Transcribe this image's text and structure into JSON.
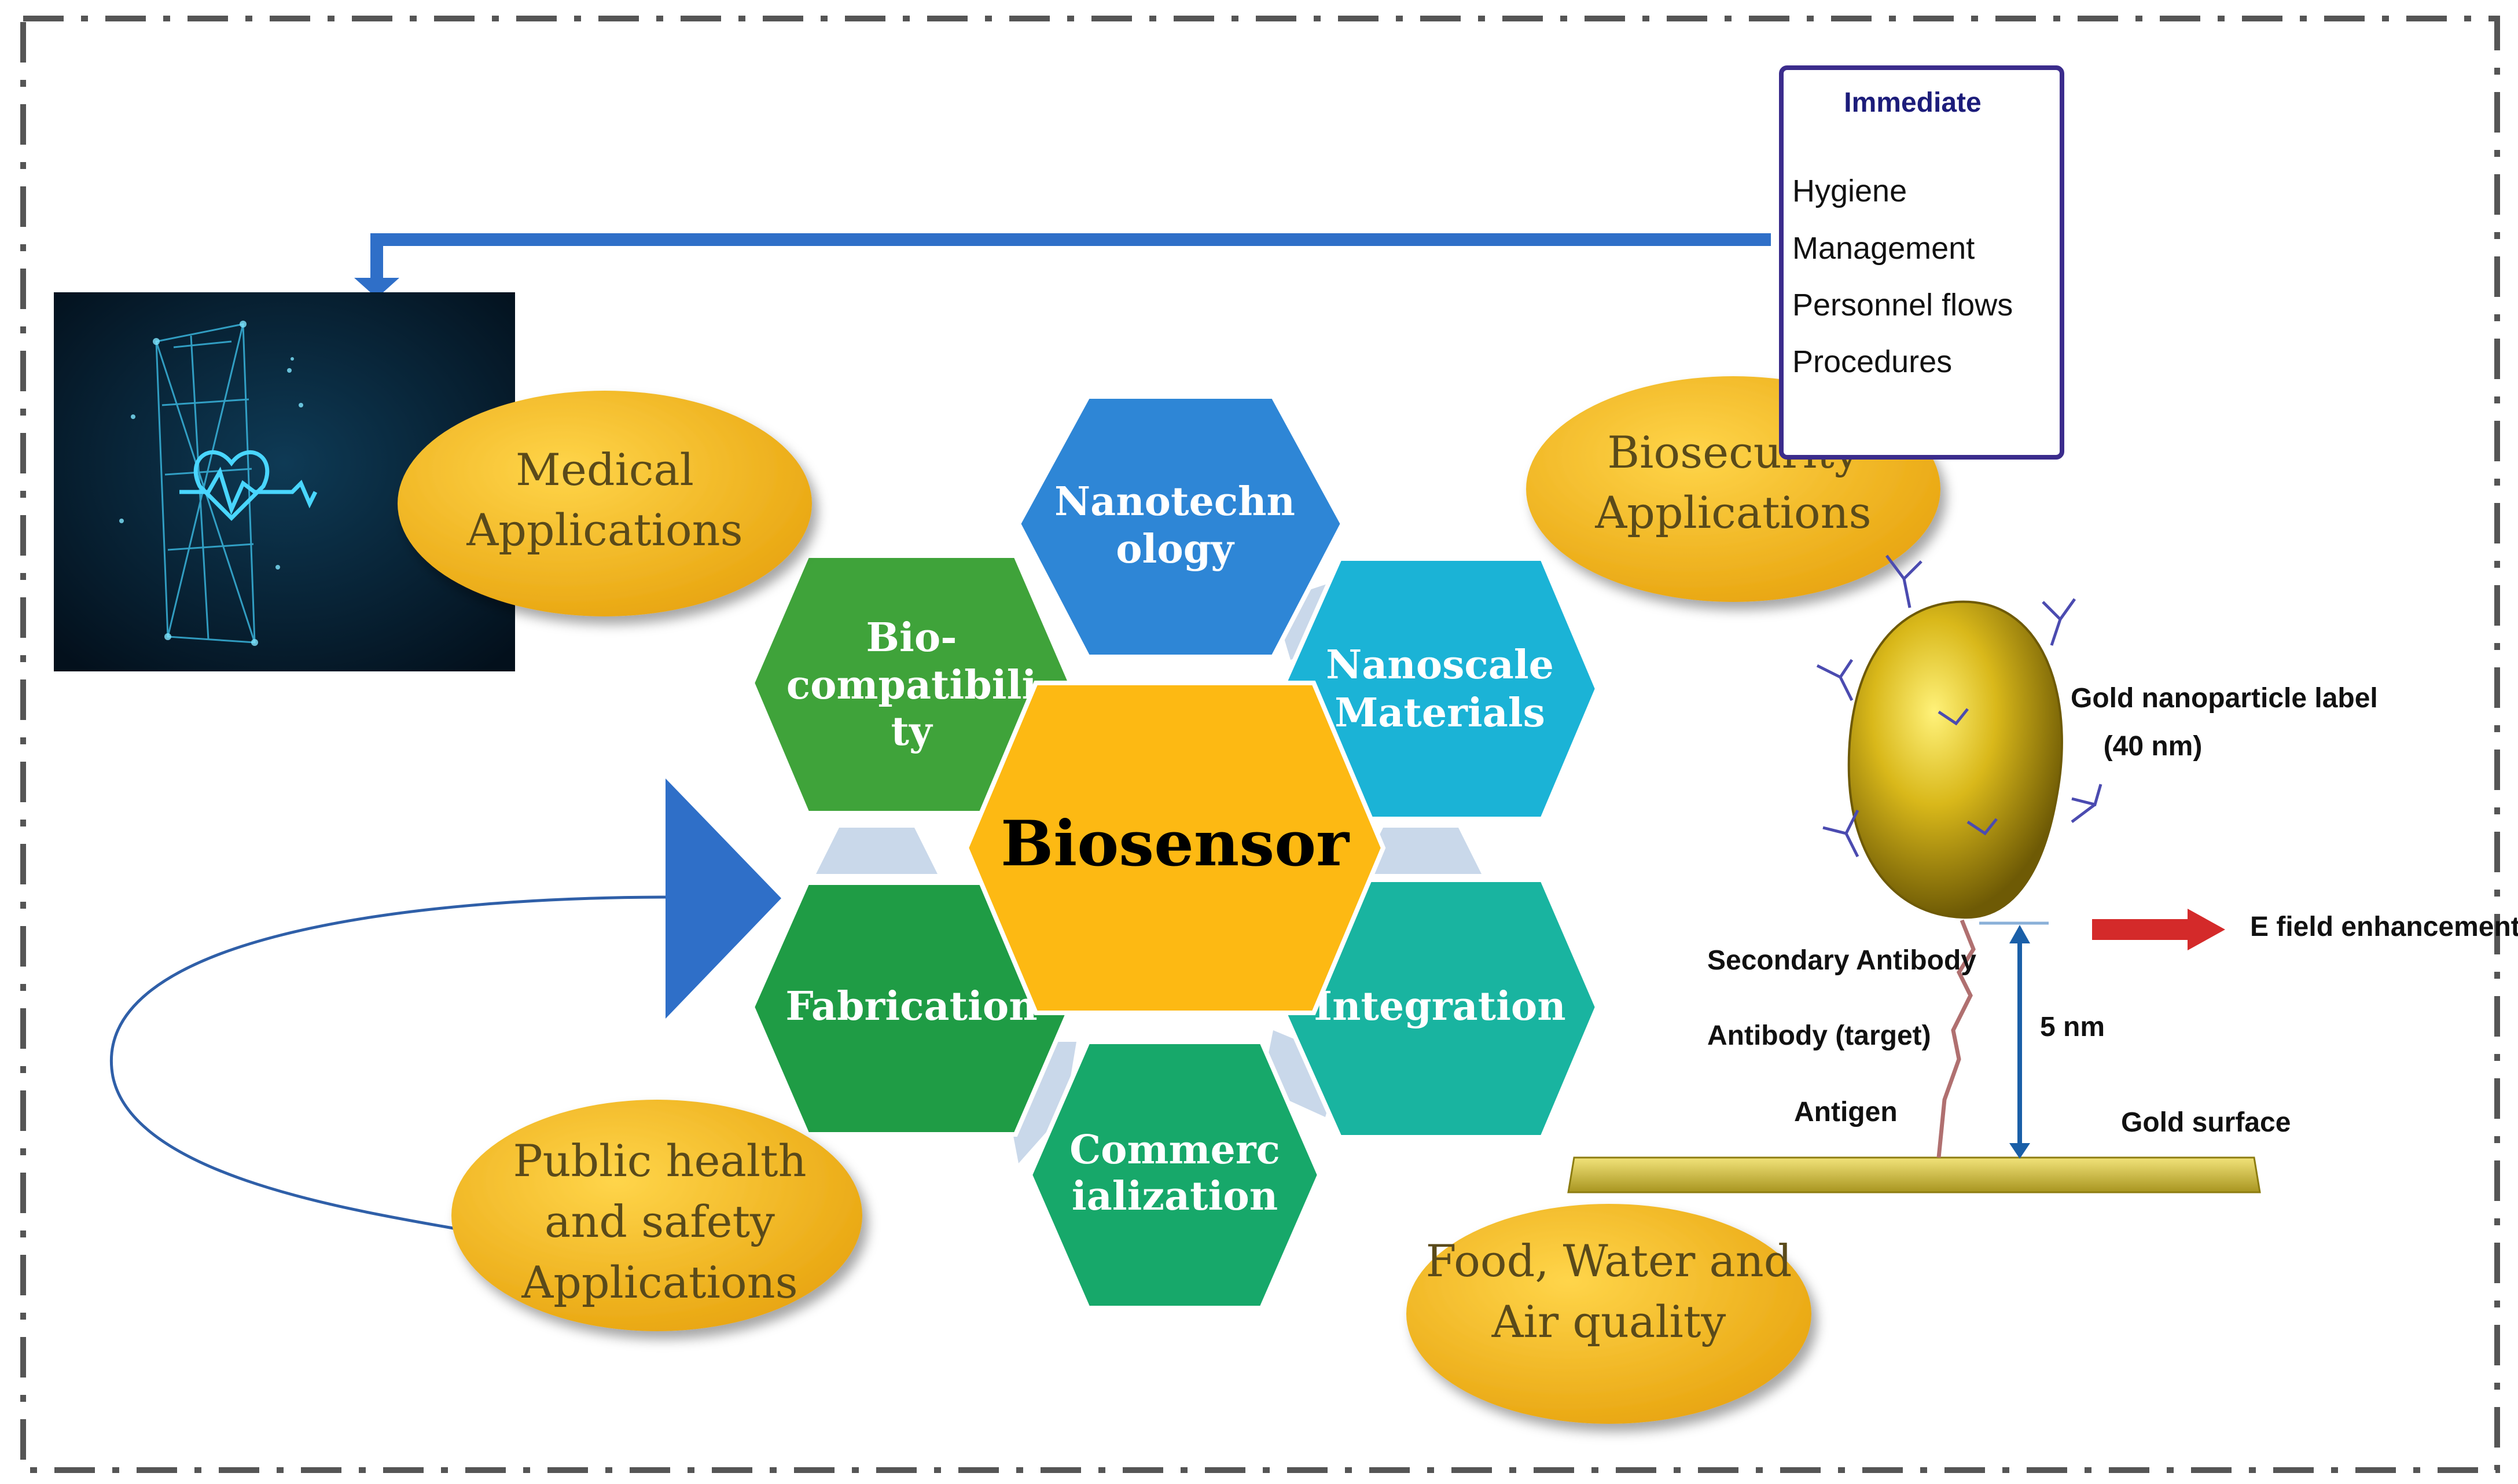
{
  "hexagons": {
    "center": "Biosensor",
    "top": [
      "Nanotechn",
      "ology"
    ],
    "upper_left": [
      "Bio-",
      "compatibili",
      "ty"
    ],
    "upper_right": [
      "Nanoscale",
      "Materials"
    ],
    "lower_left": "Fabrication",
    "lower_right": "Integration",
    "bottom": [
      "Commerc",
      "ialization"
    ]
  },
  "ovals": {
    "medical": [
      "Medical",
      "Applications"
    ],
    "biosecurity": [
      "Biosecurity",
      "Applications"
    ],
    "public_health": [
      "Public health",
      "and safety",
      "Applications"
    ],
    "food": [
      "Food, Water and",
      "Air quality"
    ]
  },
  "immediate_box": {
    "title": "Immediate",
    "items": [
      "Hygiene",
      "Management",
      "Personnel flows",
      "Procedures"
    ]
  },
  "nanoparticle": {
    "label_line1": "Gold nanoparticle label",
    "label_line2": "(40 nm)",
    "efield": "E field enhancement",
    "secondary_antibody": "Secondary Antibody",
    "antibody_target": "Antibody (target)",
    "antigen": "Antigen",
    "distance": "5 nm",
    "surface": "Gold surface"
  },
  "colors": {
    "center_hex": "#FDB913",
    "nanotech_hex": "#2E86D6",
    "biocompat_hex": "#3FA33A",
    "nanoscale_hex": "#1BB3D6",
    "fabrication_hex": "#1F9C45",
    "integration_hex": "#19B4A0",
    "commercial_hex": "#17A86A",
    "oval": "#F6B418",
    "arrow_blue": "#2F6FC8",
    "box_border": "#3B2C8C"
  }
}
